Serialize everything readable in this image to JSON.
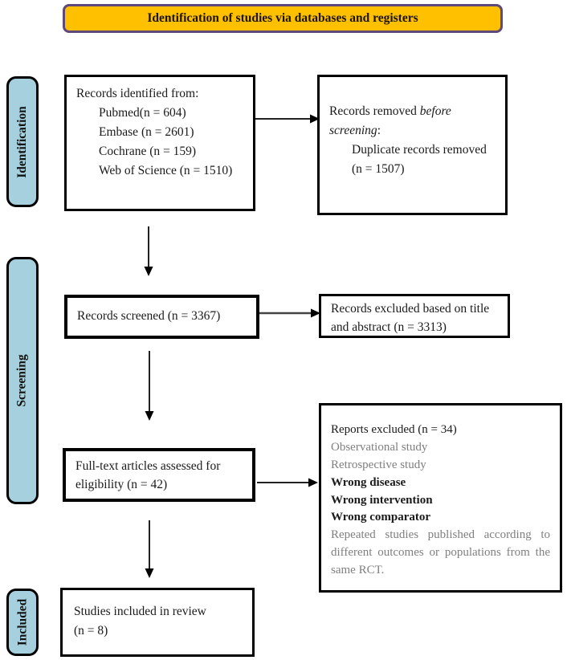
{
  "banner": {
    "title": "Identification of studies via databases and registers"
  },
  "stages": {
    "identification": "Identification",
    "screening": "Screening",
    "included": "Included"
  },
  "colors": {
    "banner_fill": "#FFC000",
    "banner_border": "#5F497A",
    "stage_fill": "#A6D0DD",
    "gray_text": "#7F7F7F",
    "box_border": "#000000"
  },
  "boxes": {
    "identified": {
      "title": "Records identified from:",
      "items": [
        "Pubmed(n = 604)",
        "Embase (n = 2601)",
        "Cochrane (n = 159)",
        "Web of Science (n = 1510)"
      ]
    },
    "removed": {
      "line_prefix": "Records removed ",
      "line_italic": "before screening",
      "line_suffix": ":",
      "items": [
        "Duplicate records removed (n = 1507)"
      ]
    },
    "screened": {
      "text": "Records screened (n = 3367)"
    },
    "excluded_title_abstract": {
      "text": "Records excluded based on title and abstract (n = 3313)"
    },
    "fulltext": {
      "text": "Full-text articles assessed for eligibility (n = 42)"
    },
    "reports_excluded": {
      "title": "Reports excluded (n = 34)",
      "reasons": [
        {
          "text": "Observational study",
          "tone": "gray"
        },
        {
          "text": "Retrospective study",
          "tone": "gray"
        },
        {
          "text": "Wrong disease",
          "tone": "black"
        },
        {
          "text": "Wrong intervention",
          "tone": "black"
        },
        {
          "text": "Wrong comparator",
          "tone": "black"
        },
        {
          "text": "Repeated studies published according to different outcomes or populations from the same RCT.",
          "tone": "gray"
        }
      ]
    },
    "included_review": {
      "lines": [
        "Studies included in review",
        "(n = 8)"
      ]
    }
  }
}
